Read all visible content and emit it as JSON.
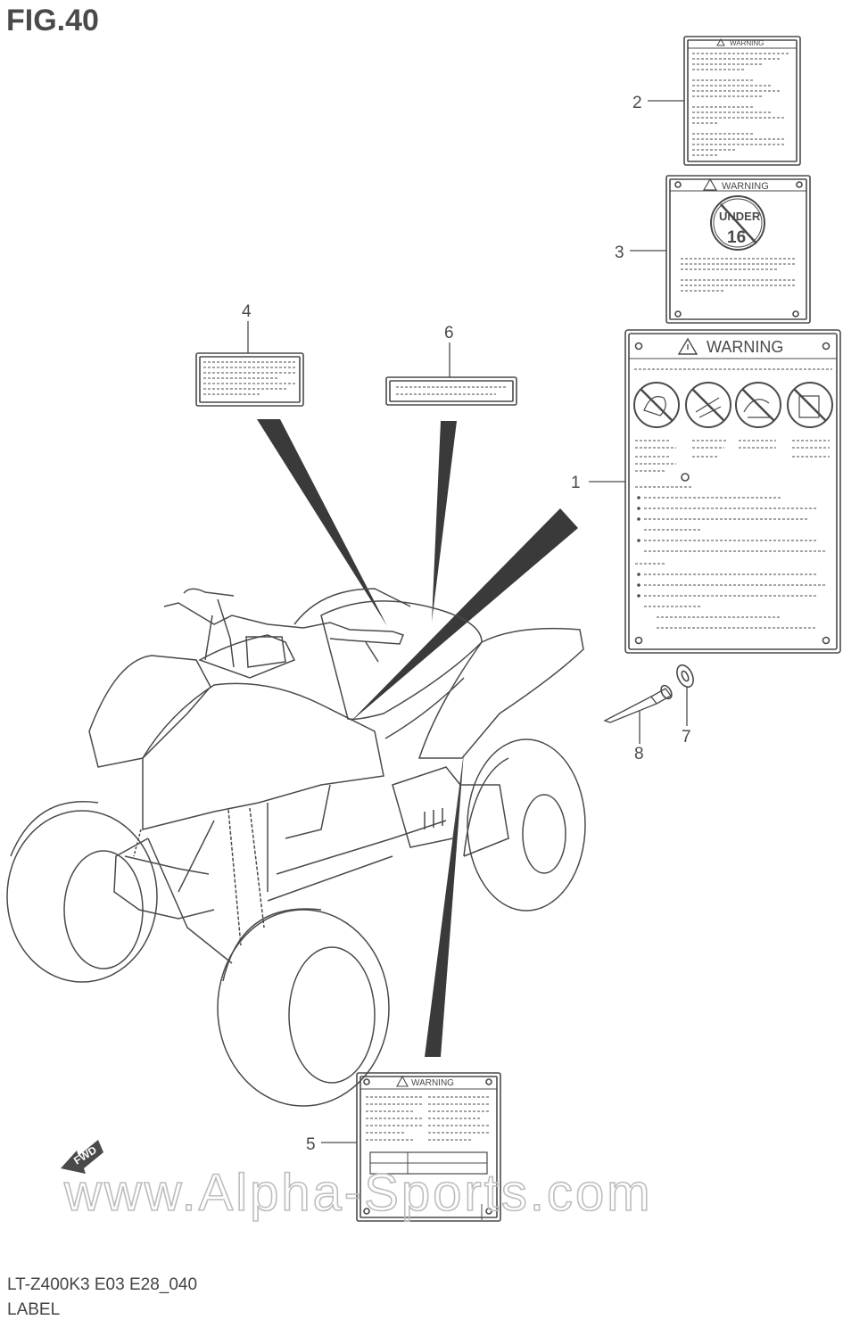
{
  "figure": {
    "title": "FIG.40",
    "model_code": "LT-Z400K3 E03 E28_040",
    "section_name": "LABEL"
  },
  "labels": {
    "warning_text": "WARNING",
    "under_top": "UNDER",
    "under_num": "16",
    "fwd_text": "FWD"
  },
  "callouts": [
    "1",
    "2",
    "3",
    "4",
    "5",
    "6",
    "7",
    "8"
  ],
  "watermark": "www.Alpha-Sports.com",
  "colors": {
    "line": "#4a4a4a",
    "pointer": "#3a3a3a",
    "watermark": "#bdbdbd"
  }
}
